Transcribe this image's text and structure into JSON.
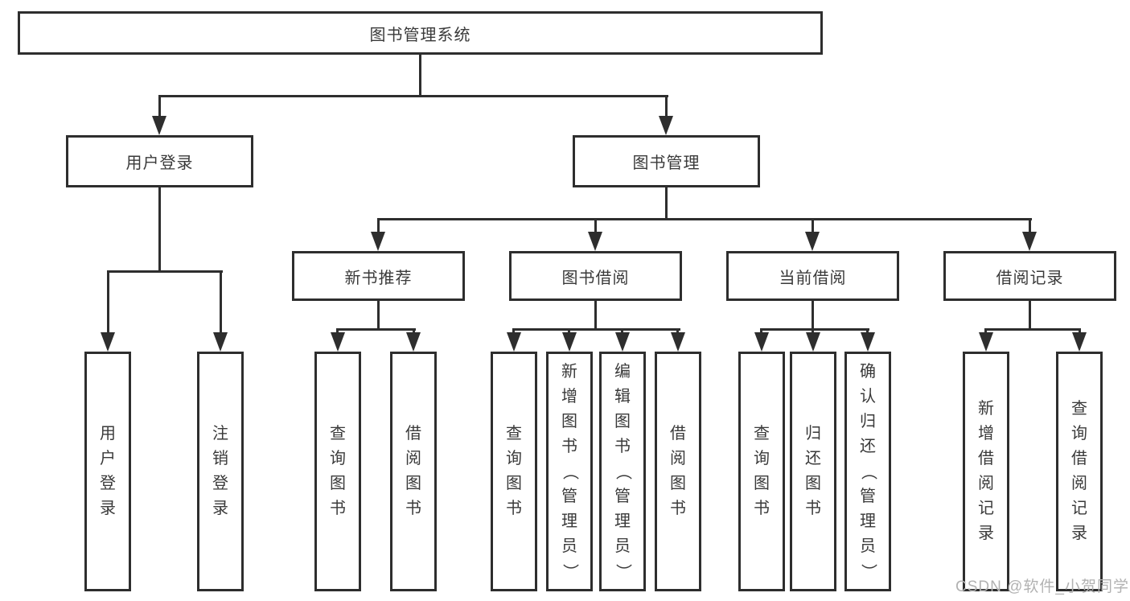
{
  "tree": {
    "root": {
      "label": "图书管理系统"
    },
    "branches": [
      {
        "label": "用户登录",
        "children": [
          {
            "label": "用户登录"
          },
          {
            "label": "注销登录"
          }
        ]
      },
      {
        "label": "图书管理",
        "children": [
          {
            "label": "新书推荐",
            "children": [
              {
                "label": "查询图书"
              },
              {
                "label": "借阅图书"
              }
            ]
          },
          {
            "label": "图书借阅",
            "children": [
              {
                "label": "查询图书"
              },
              {
                "label": "新增图书（管理员）"
              },
              {
                "label": "编辑图书（管理员）"
              },
              {
                "label": "借阅图书"
              }
            ]
          },
          {
            "label": "当前借阅",
            "children": [
              {
                "label": "查询图书"
              },
              {
                "label": "归还图书"
              },
              {
                "label": "确认归还（管理员）"
              }
            ]
          },
          {
            "label": "借阅记录",
            "children": [
              {
                "label": "新增借阅记录"
              },
              {
                "label": "查询借阅记录"
              }
            ]
          }
        ]
      }
    ]
  },
  "watermark": {
    "text": "CSDN @软件_小贺同学"
  },
  "colors": {
    "line": "#2e2e2e",
    "text": "#3a3a3a",
    "watermark": "#b2b2b2",
    "background": "#ffffff"
  }
}
